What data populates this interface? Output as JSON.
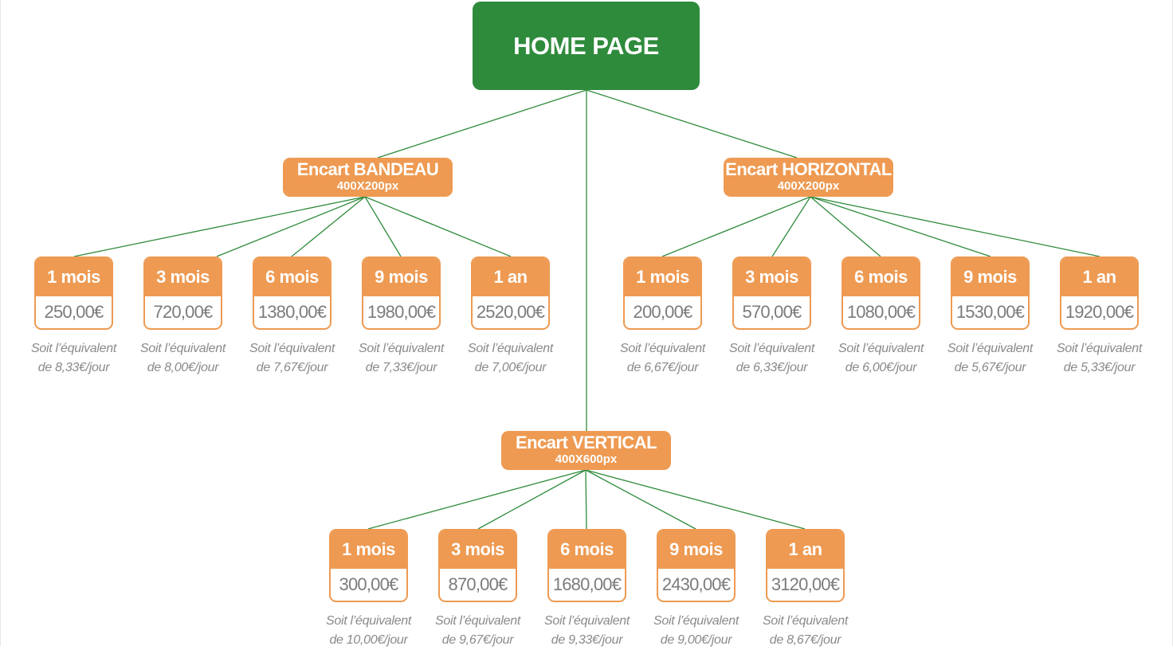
{
  "colors": {
    "home": "#2f8b3c",
    "accent": "#ee9a52",
    "connector": "#2f8b3c",
    "price_text": "#7c7c7c",
    "note_text": "#8a8a8a"
  },
  "home": {
    "label": "HOME PAGE"
  },
  "categories": [
    {
      "title": "Encart BANDEAU",
      "size": "400X200px",
      "options": [
        {
          "duration": "1 mois",
          "price": "250,00€",
          "note_line1": "Soit l’équivalent",
          "note_line2": "de 8,33€/jour"
        },
        {
          "duration": "3 mois",
          "price": "720,00€",
          "note_line1": "Soit l’équivalent",
          "note_line2": "de 8,00€/jour"
        },
        {
          "duration": "6 mois",
          "price": "1380,00€",
          "note_line1": "Soit l’équivalent",
          "note_line2": "de 7,67€/jour"
        },
        {
          "duration": "9 mois",
          "price": "1980,00€",
          "note_line1": "Soit l’équivalent",
          "note_line2": "de 7,33€/jour"
        },
        {
          "duration": "1 an",
          "price": "2520,00€",
          "note_line1": "Soit l’équivalent",
          "note_line2": "de 7,00€/jour"
        }
      ]
    },
    {
      "title": "Encart HORIZONTAL",
      "size": "400X200px",
      "options": [
        {
          "duration": "1 mois",
          "price": "200,00€",
          "note_line1": "Soit l’équivalent",
          "note_line2": "de 6,67€/jour"
        },
        {
          "duration": "3 mois",
          "price": "570,00€",
          "note_line1": "Soit l’équivalent",
          "note_line2": "de 6,33€/jour"
        },
        {
          "duration": "6 mois",
          "price": "1080,00€",
          "note_line1": "Soit l’équivalent",
          "note_line2": "de 6,00€/jour"
        },
        {
          "duration": "9 mois",
          "price": "1530,00€",
          "note_line1": "Soit l’équivalent",
          "note_line2": "de 5,67€/jour"
        },
        {
          "duration": "1 an",
          "price": "1920,00€",
          "note_line1": "Soit l’équivalent",
          "note_line2": "de 5,33€/jour"
        }
      ]
    },
    {
      "title": "Encart VERTICAL",
      "size": "400X600px",
      "options": [
        {
          "duration": "1 mois",
          "price": "300,00€",
          "note_line1": "Soit l’équivalent",
          "note_line2": "de 10,00€/jour"
        },
        {
          "duration": "3 mois",
          "price": "870,00€",
          "note_line1": "Soit l’équivalent",
          "note_line2": "de 9,67€/jour"
        },
        {
          "duration": "6 mois",
          "price": "1680,00€",
          "note_line1": "Soit l’équivalent",
          "note_line2": "de 9,33€/jour"
        },
        {
          "duration": "9 mois",
          "price": "2430,00€",
          "note_line1": "Soit l’équivalent",
          "note_line2": "de 9,00€/jour"
        },
        {
          "duration": "1 an",
          "price": "3120,00€",
          "note_line1": "Soit l’équivalent",
          "note_line2": "de 8,67€/jour"
        }
      ]
    }
  ]
}
